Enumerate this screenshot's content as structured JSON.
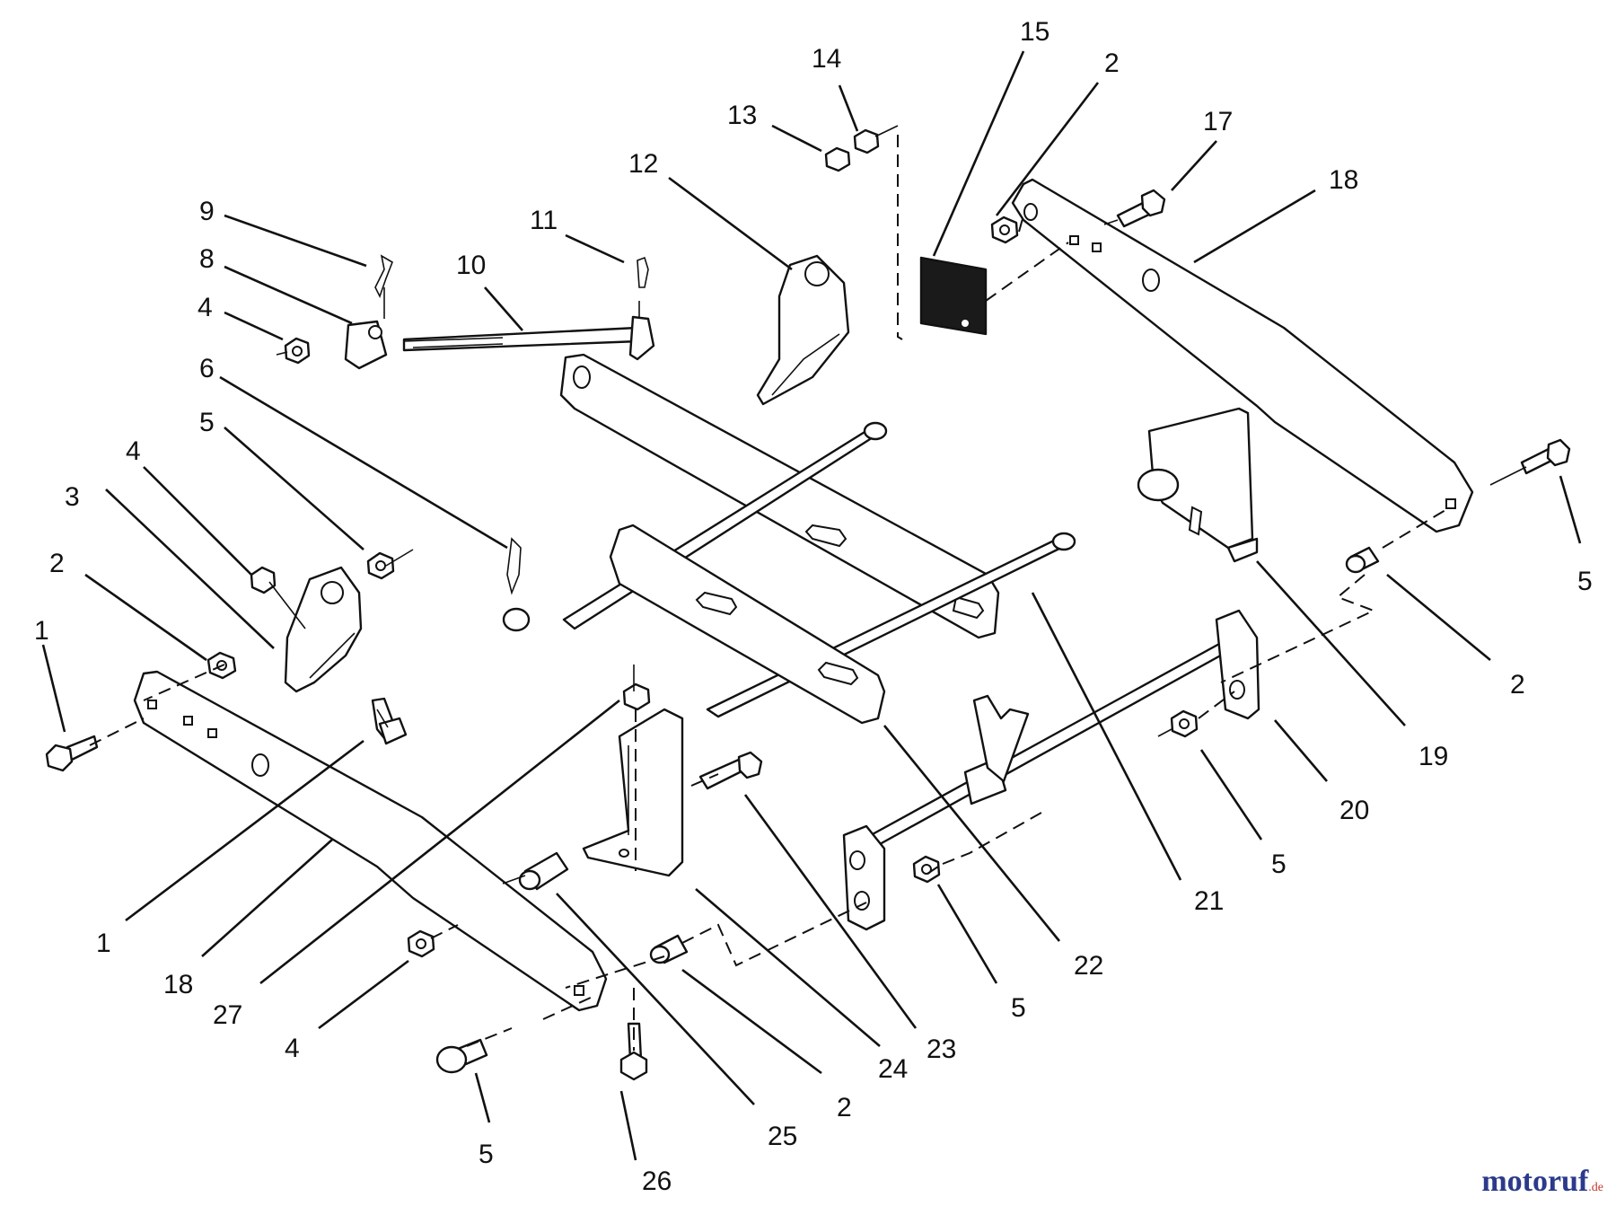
{
  "diagram": {
    "callouts": [
      {
        "id": "c-1a",
        "label": "1"
      },
      {
        "id": "c-1b",
        "label": "1"
      },
      {
        "id": "c-2a",
        "label": "2"
      },
      {
        "id": "c-2b",
        "label": "2"
      },
      {
        "id": "c-2c",
        "label": "2"
      },
      {
        "id": "c-2d",
        "label": "2"
      },
      {
        "id": "c-3",
        "label": "3"
      },
      {
        "id": "c-4a",
        "label": "4"
      },
      {
        "id": "c-4b",
        "label": "4"
      },
      {
        "id": "c-4c",
        "label": "4"
      },
      {
        "id": "c-5a",
        "label": "5"
      },
      {
        "id": "c-5b",
        "label": "5"
      },
      {
        "id": "c-5c",
        "label": "5"
      },
      {
        "id": "c-5d",
        "label": "5"
      },
      {
        "id": "c-5e",
        "label": "5"
      },
      {
        "id": "c-6",
        "label": "6"
      },
      {
        "id": "c-8",
        "label": "8"
      },
      {
        "id": "c-9",
        "label": "9"
      },
      {
        "id": "c-10",
        "label": "10"
      },
      {
        "id": "c-11",
        "label": "11"
      },
      {
        "id": "c-12",
        "label": "12"
      },
      {
        "id": "c-13",
        "label": "13"
      },
      {
        "id": "c-14",
        "label": "14"
      },
      {
        "id": "c-15",
        "label": "15"
      },
      {
        "id": "c-17",
        "label": "17"
      },
      {
        "id": "c-18a",
        "label": "18"
      },
      {
        "id": "c-18b",
        "label": "18"
      },
      {
        "id": "c-19",
        "label": "19"
      },
      {
        "id": "c-20",
        "label": "20"
      },
      {
        "id": "c-21",
        "label": "21"
      },
      {
        "id": "c-22",
        "label": "22"
      },
      {
        "id": "c-23",
        "label": "23"
      },
      {
        "id": "c-24",
        "label": "24"
      },
      {
        "id": "c-25",
        "label": "25"
      },
      {
        "id": "c-26",
        "label": "26"
      },
      {
        "id": "c-27",
        "label": "27"
      }
    ]
  },
  "watermark": {
    "main": "motoruf",
    "suffix": ".de",
    "main_color": "#2b3a8c",
    "suffix_color": "#c0392b"
  }
}
